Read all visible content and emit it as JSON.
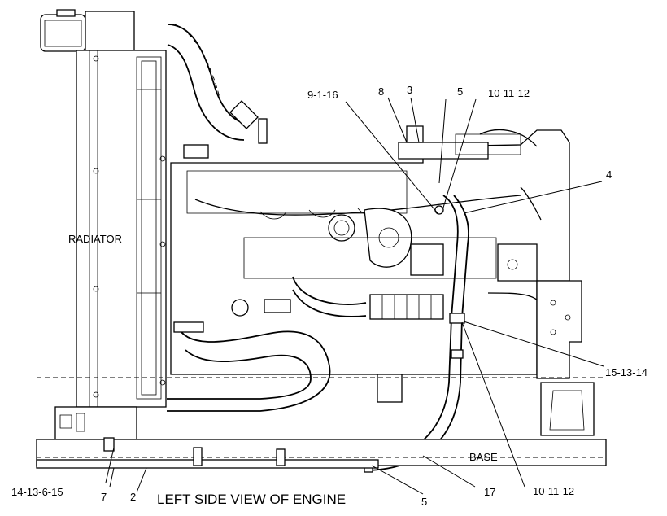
{
  "title": "LEFT SIDE VIEW OF ENGINE",
  "labels": {
    "radiator": "RADIATOR",
    "base": "BASE"
  },
  "callouts": [
    {
      "id": "c-9-1-16",
      "text": "9-1-16"
    },
    {
      "id": "c-8",
      "text": "8"
    },
    {
      "id": "c-3",
      "text": "3"
    },
    {
      "id": "c-5-top",
      "text": "5"
    },
    {
      "id": "c-10-11-12-top",
      "text": "10-11-12"
    },
    {
      "id": "c-4",
      "text": "4"
    },
    {
      "id": "c-15-13-14",
      "text": "15-13-14"
    },
    {
      "id": "c-14-13-6-15",
      "text": "14-13-6-15"
    },
    {
      "id": "c-7",
      "text": "7"
    },
    {
      "id": "c-2",
      "text": "2"
    },
    {
      "id": "c-5-bottom",
      "text": "5"
    },
    {
      "id": "c-17",
      "text": "17"
    },
    {
      "id": "c-10-11-12-bottom",
      "text": "10-11-12"
    }
  ]
}
